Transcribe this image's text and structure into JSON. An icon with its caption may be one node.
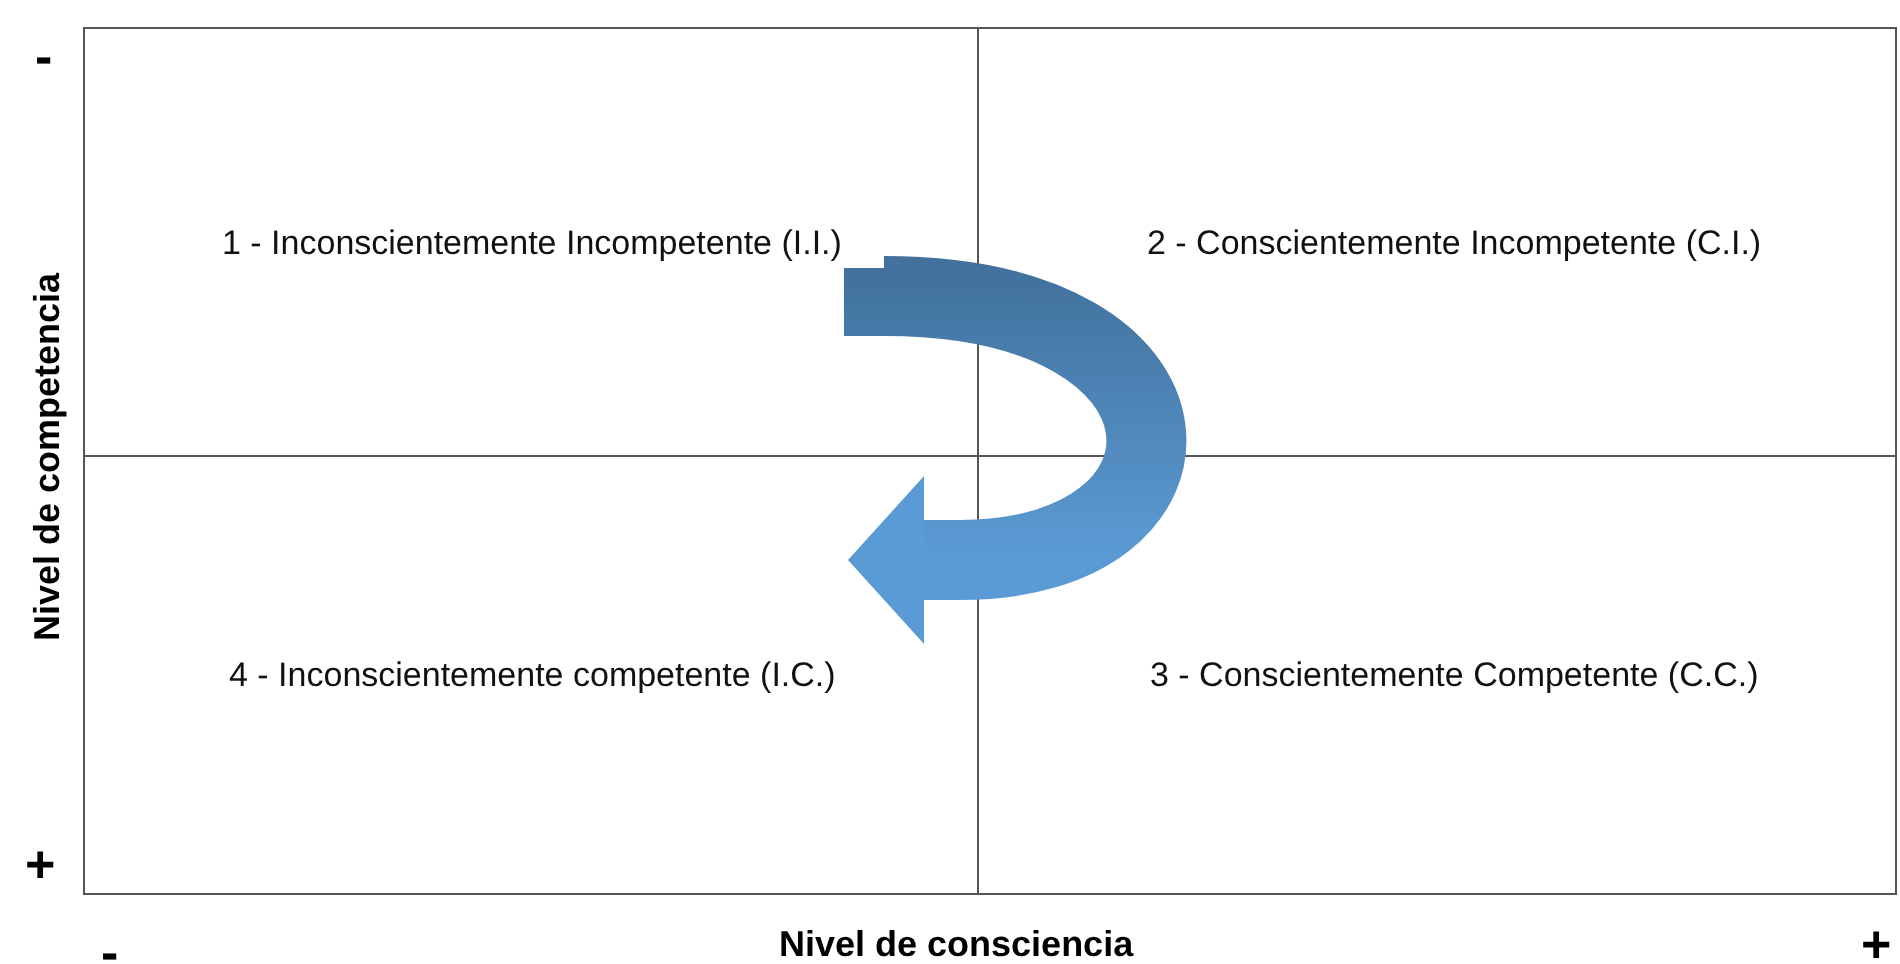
{
  "diagram": {
    "nodes": [
      {
        "text": [
          "1 - Inconscientemente Incompetente (I.I.)"
        ]
      },
      {
        "text": [
          "2 - Conscientemente Incompetente (C.I.)"
        ]
      },
      {
        "text": [
          "4 - Inconscientemente competente (I.C.)"
        ]
      },
      {
        "text": [
          "3 - Conscientemente Competente (C.C.)"
        ]
      }
    ],
    "edges": [
      {
        "from": 0,
        "to": 2,
        "arrow": "to"
      }
    ],
    "labels": [
      "-",
      "Nivel de competencia",
      "+",
      "-",
      "Nivel de consciencia",
      "+"
    ]
  }
}
